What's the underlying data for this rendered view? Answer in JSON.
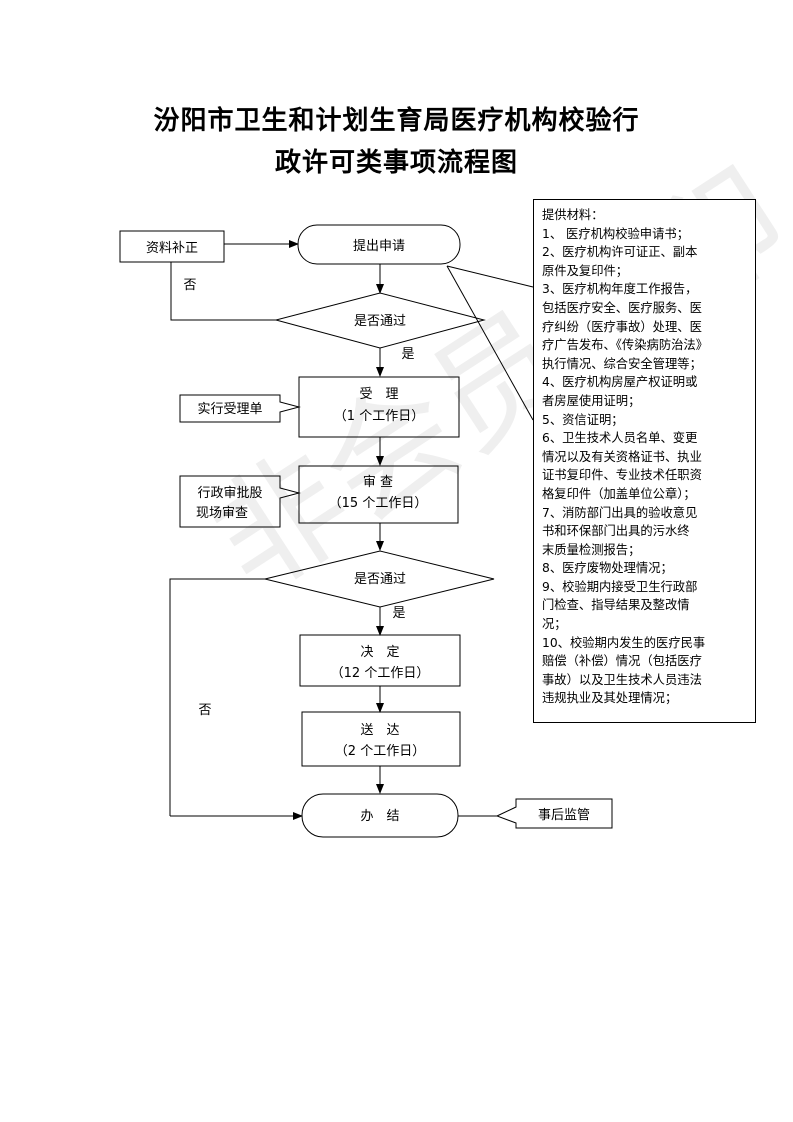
{
  "title": {
    "line1": "汾阳市卫生和计划生育局医疗机构校验行",
    "line2": "政许可类事项流程图"
  },
  "watermark": "非会员水印",
  "flow": {
    "supplement": "资料补正",
    "submit": "提出申请",
    "check1": "是否通过",
    "no1": "否",
    "yes1": "是",
    "accept_title": "受　理",
    "accept_time": "（1 个工作日）",
    "accept_note": "实行受理单",
    "review_title": "审 查",
    "review_time": "（15 个工作日）",
    "review_note_line1": "行政审批股",
    "review_note_line2": "现场审查",
    "check2": "是否通过",
    "yes2": "是",
    "no2": "否",
    "decide_title": "决　定",
    "decide_time": "（12 个工作日）",
    "deliver_title": "送　达",
    "deliver_time": "（2 个工作日）",
    "finish": "办　结",
    "post": "事后监管"
  },
  "materials": {
    "header": "提供材料：",
    "lines": [
      "1、 医疗机构校验申请书；",
      "2、医疗机构许可证正、副本",
      "原件及复印件；",
      "3、医疗机构年度工作报告，",
      "包括医疗安全、医疗服务、医",
      "疗纠纷（医疗事故）处理、医",
      "疗广告发布、《传染病防治法》",
      "执行情况、综合安全管理等；",
      "4、医疗机构房屋产权证明或",
      "者房屋使用证明；",
      "5、资信证明；",
      "6、卫生技术人员名单、变更",
      "情况以及有关资格证书、执业",
      "证书复印件、专业技术任职资",
      "格复印件（加盖单位公章）；",
      "7、消防部门出具的验收意见",
      "书和环保部门出具的污水终",
      "末质量检测报告；",
      "8、医疗废物处理情况；",
      "9、校验期内接受卫生行政部",
      "门检查、指导结果及整改情",
      "况；",
      "10、校验期内发生的医疗民事",
      "赔偿（补偿）情况（包括医疗",
      "事故）以及卫生技术人员违法",
      "违规执业及其处理情况；"
    ]
  }
}
